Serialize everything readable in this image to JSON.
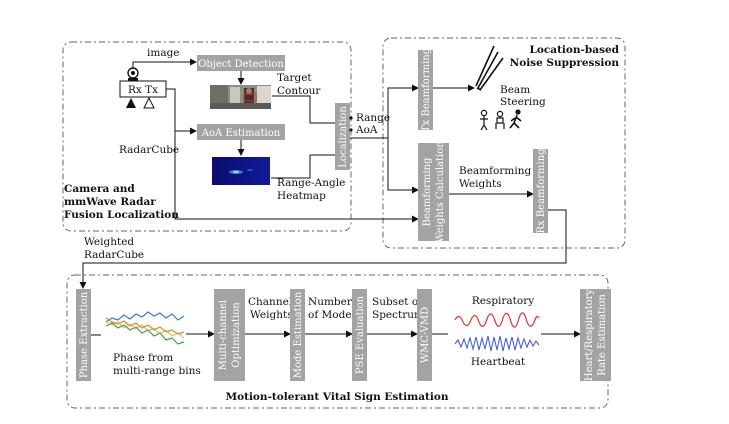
{
  "regions": {
    "fusion_title": [
      "Camera and",
      "mmWave Radar",
      "Fusion Localization"
    ],
    "noise_title": [
      "Location-based",
      "Noise Suppression"
    ],
    "vital_title": "Motion-tolerant Vital Sign Estimation"
  },
  "nodes": {
    "rx_tx": "Rx Tx",
    "object_detection": "Object Detection",
    "aoa_estimation": "AoA Estimation",
    "localization": "Localization",
    "tx_beamforming": "Tx Beamforming",
    "bf_weights_calc": [
      "Beamforming",
      "Weights Calculation"
    ],
    "rx_beamforming": "Rx Beamforming",
    "phase_extraction": "Phase Extraction",
    "multichannel_opt": [
      "Multi-channel",
      "Optimization"
    ],
    "mode_estimation": "Mode Estimation",
    "pse_evaluation": "PSE Evaluation",
    "wmc_vmd": "WMC-VMD",
    "rate_estimation": [
      "Heart/Respiratory",
      "Rate Estimation"
    ]
  },
  "labels": {
    "image": "image",
    "target_contour": [
      "Target",
      "Contour"
    ],
    "radarcube": "RadarCube",
    "heatmap": [
      "Range-Angle",
      "Heatmap"
    ],
    "range": "Range",
    "aoa": "AoA",
    "beam_steering": [
      "Beam",
      "Steering"
    ],
    "bf_weights": [
      "Beamforming",
      "Weights"
    ],
    "weighted_radarcube": [
      "Weighted",
      "RadarCube"
    ],
    "phase_from": [
      "Phase from",
      "multi-range bins"
    ],
    "channel_weights": [
      "Channel",
      "Weights"
    ],
    "number_of_mode": [
      "Number",
      "of Mode"
    ],
    "subset_spectrum": [
      "Subset of",
      "Spectrum"
    ],
    "respiratory": "Respiratory",
    "heartbeat": "Heartbeat"
  },
  "colors": {
    "box_fill": "#a3a3a3",
    "respiratory_wave": "#e0403a",
    "heartbeat_wave": "#4a5fe0",
    "heatmap_background": "#0b0b6e"
  }
}
